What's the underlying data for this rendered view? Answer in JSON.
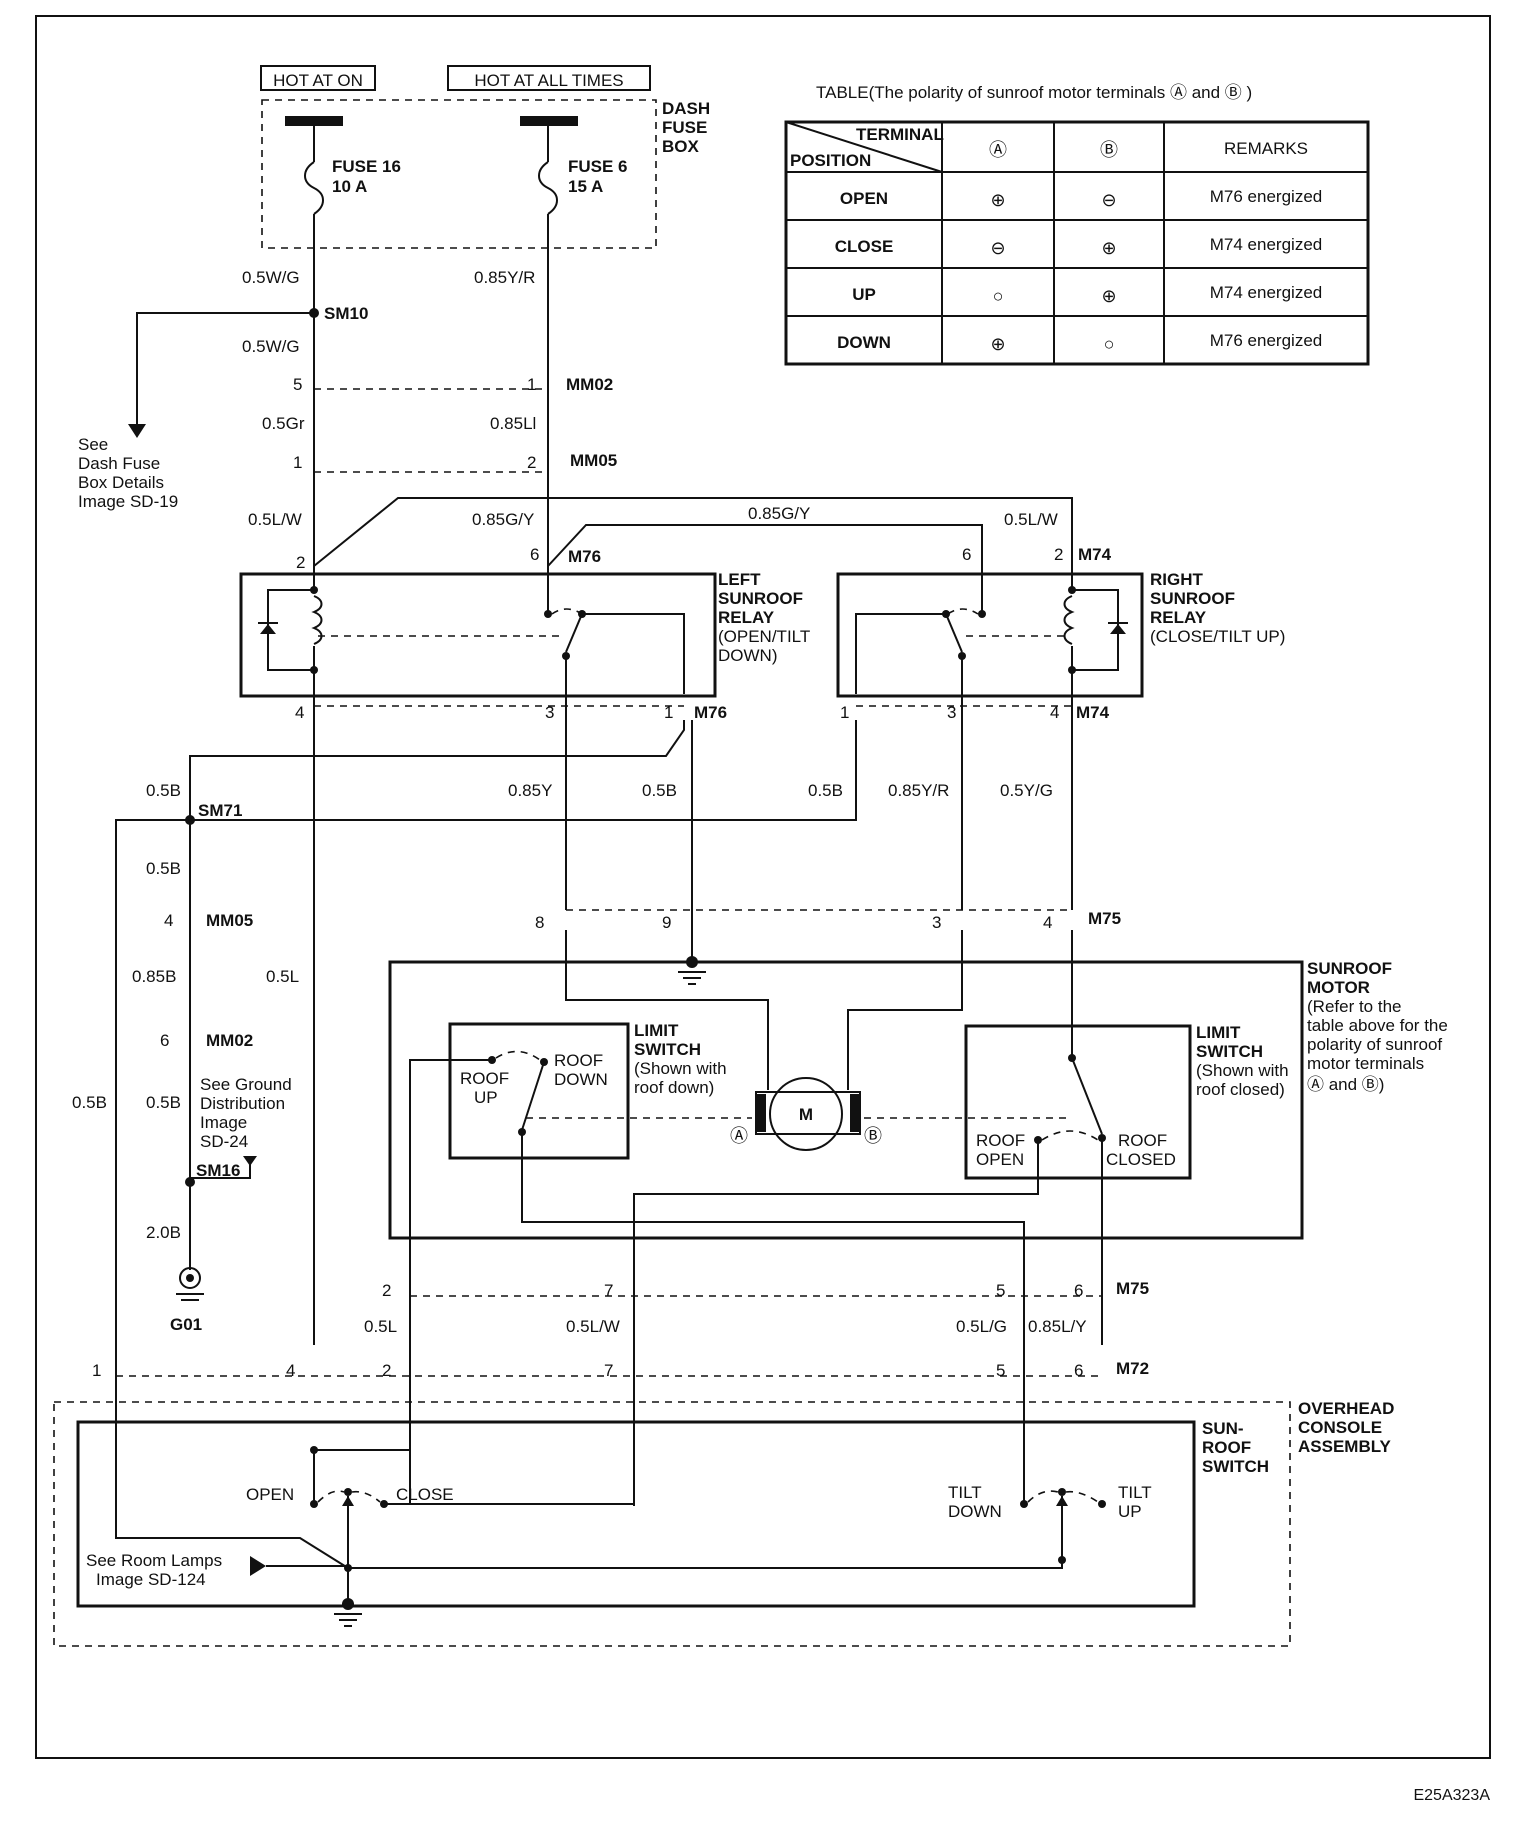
{
  "header": {
    "hot_at_on": "HOT AT ON",
    "hot_at_all_times": "HOT AT ALL TIMES",
    "dash_fuse_box": [
      "DASH",
      "FUSE",
      "BOX"
    ]
  },
  "fuses": {
    "fuse16": [
      "FUSE 16",
      "10 A"
    ],
    "fuse6": [
      "FUSE 6",
      "15 A"
    ]
  },
  "wires": {
    "w05wg_a": "0.5W/G",
    "w085yr_a": "0.85Y/R",
    "w05wg_b": "0.5W/G",
    "w05gr": "0.5Gr",
    "w085ll": "0.85Ll",
    "w05lw_l": "0.5L/W",
    "w085gy_l": "0.85G/Y",
    "w085gy_m": "0.85G/Y",
    "w05lw_r": "0.5L/W",
    "w05b_1": "0.5B",
    "w085y": "0.85Y",
    "w05b_2": "0.5B",
    "w05b_3": "0.5B",
    "w085yr_b": "0.85Y/R",
    "w05yg": "0.5Y/G",
    "w05b_4": "0.5B",
    "w085b": "0.85B",
    "w05l_1": "0.5L",
    "w05b_5": "0.5B",
    "w05b_6": "0.5B",
    "w20b": "2.0B",
    "w05l_2": "0.5L",
    "w05lw_b": "0.5L/W",
    "w05lg": "0.5L/G",
    "w085ly": "0.85L/Y"
  },
  "connectors": {
    "sm10": "SM10",
    "mm02_a": "MM02",
    "mm05_a": "MM05",
    "m76_a": "M76",
    "m74_a": "M74",
    "m76_b": "M76",
    "m74_b": "M74",
    "sm71": "SM71",
    "mm05_b": "MM05",
    "mm02_b": "MM02",
    "m75_a": "M75",
    "sm16": "SM16",
    "g01": "G01",
    "m75_b": "M75",
    "m72": "M72"
  },
  "pins": {
    "p5": "5",
    "p1a": "1",
    "p1b": "1",
    "p2a": "2",
    "p2b": "2",
    "p6a": "6",
    "p6b": "6",
    "p2c": "2",
    "p4a": "4",
    "p3a": "3",
    "p1c": "1",
    "p1d": "1",
    "p3b": "3",
    "p4b": "4",
    "p8": "8",
    "p9": "9",
    "p3c": "3",
    "p4c": "4",
    "p4d": "4",
    "p6c": "6",
    "p2d": "2",
    "p7a": "7",
    "p5b": "5",
    "p6d": "6",
    "p1e": "1",
    "p4e": "4",
    "p2e": "2",
    "p7b": "7",
    "p5c": "5",
    "p6e": "6"
  },
  "notes": {
    "see_dash": [
      "See",
      "Dash Fuse",
      "Box Details",
      "Image  SD-19"
    ],
    "see_ground": [
      "See Ground",
      "Distribution",
      "Image",
      "SD-24"
    ],
    "see_room": [
      "See Room Lamps",
      "Image  SD-124"
    ]
  },
  "relays": {
    "left": [
      "LEFT",
      "SUNROOF",
      "RELAY",
      "(OPEN/TILT",
      "DOWN)"
    ],
    "right": [
      "RIGHT",
      "SUNROOF",
      "RELAY",
      "(CLOSE/TILT UP)"
    ]
  },
  "motor": {
    "title": [
      "SUNROOF",
      "MOTOR"
    ],
    "note": [
      "(Refer to the",
      "table above for the",
      "polarity of sunroof",
      "motor terminals",
      "Ⓐ and Ⓑ)"
    ],
    "m": "M",
    "a": "Ⓐ",
    "b": "Ⓑ",
    "limit_left": [
      "LIMIT",
      "SWITCH",
      "(Shown with",
      "roof down)"
    ],
    "limit_right": [
      "LIMIT",
      "SWITCH",
      "(Shown with",
      "roof closed)"
    ],
    "roof_up": [
      "ROOF",
      "UP"
    ],
    "roof_down": [
      "ROOF",
      "DOWN"
    ],
    "roof_open": [
      "ROOF",
      "OPEN"
    ],
    "roof_closed": [
      "ROOF",
      "CLOSED"
    ]
  },
  "switch": {
    "title": [
      "SUN-",
      "ROOF",
      "SWITCH"
    ],
    "console": [
      "OVERHEAD",
      "CONSOLE",
      "ASSEMBLY"
    ],
    "open": "OPEN",
    "close": "CLOSE",
    "tilt_down": [
      "TILT",
      "DOWN"
    ],
    "tilt_up": [
      "TILT",
      "UP"
    ]
  },
  "table": {
    "caption": "TABLE(The polarity of sunroof motor  terminals Ⓐ and Ⓑ )",
    "terminal": "TERMINAL",
    "position": "POSITION",
    "col_a": "Ⓐ",
    "col_b": "Ⓑ",
    "remarks": "REMARKS",
    "rows": [
      {
        "pos": "OPEN",
        "a": "⊕",
        "b": "⊖",
        "remark": "M76 energized"
      },
      {
        "pos": "CLOSE",
        "a": "⊖",
        "b": "⊕",
        "remark": "M74 energized"
      },
      {
        "pos": "UP",
        "a": "○",
        "b": "⊕",
        "remark": "M74 energized"
      },
      {
        "pos": "DOWN",
        "a": "⊕",
        "b": "○",
        "remark": "M76 energized"
      }
    ]
  },
  "code": "E25A323A"
}
